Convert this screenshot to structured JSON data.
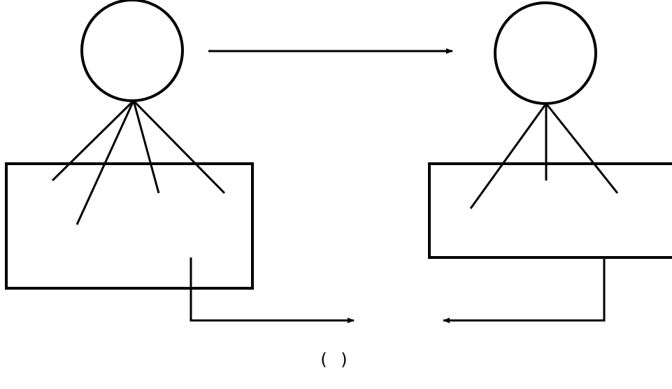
{
  "diagram": {
    "caption": "( )",
    "stroke_color": "#000000",
    "background_color": "#ffffff",
    "left_figure": {
      "shape": "circle-above-rectangle",
      "line_count": 4,
      "has_outlet_pipe": true
    },
    "right_figure": {
      "shape": "circle-above-rectangle",
      "line_count": 3,
      "has_outlet_pipe": true
    },
    "arrows": [
      {
        "name": "top-arrow",
        "direction": "right"
      },
      {
        "name": "bottom-left-arrow",
        "direction": "right"
      },
      {
        "name": "bottom-right-arrow",
        "direction": "left"
      }
    ]
  }
}
